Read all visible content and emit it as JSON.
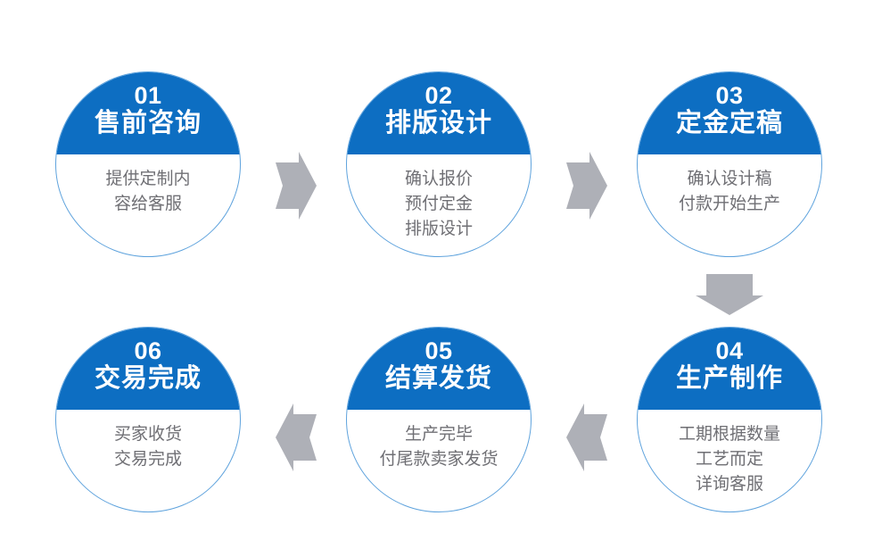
{
  "diagram": {
    "type": "process-flow",
    "orientation": "snake-horizontal",
    "background_color": "#ffffff",
    "accent_color": "#0d6ec2",
    "border_color": "#5fa3dd",
    "body_text_color": "#6f6f74",
    "arrow_color": "#aeb0b7",
    "steps": [
      {
        "number": "01",
        "title": "售前咨询",
        "lines": [
          "提供定制内",
          "容给客服"
        ]
      },
      {
        "number": "02",
        "title": "排版设计",
        "lines": [
          "确认报价",
          "预付定金",
          "排版设计"
        ]
      },
      {
        "number": "03",
        "title": "定金定稿",
        "lines": [
          "确认设计稿",
          "付款开始生产"
        ]
      },
      {
        "number": "04",
        "title": "生产制作",
        "lines": [
          "工期根据数量",
          "工艺而定",
          "详询客服"
        ]
      },
      {
        "number": "05",
        "title": "结算发货",
        "lines": [
          "生产完毕",
          "付尾款卖家发货"
        ]
      },
      {
        "number": "06",
        "title": "交易完成",
        "lines": [
          "买家收货",
          "交易完成"
        ]
      }
    ],
    "connectors": [
      {
        "from": "01",
        "to": "02",
        "direction": "right"
      },
      {
        "from": "02",
        "to": "03",
        "direction": "right"
      },
      {
        "from": "03",
        "to": "04",
        "direction": "down"
      },
      {
        "from": "04",
        "to": "05",
        "direction": "left"
      },
      {
        "from": "05",
        "to": "06",
        "direction": "left"
      }
    ]
  }
}
